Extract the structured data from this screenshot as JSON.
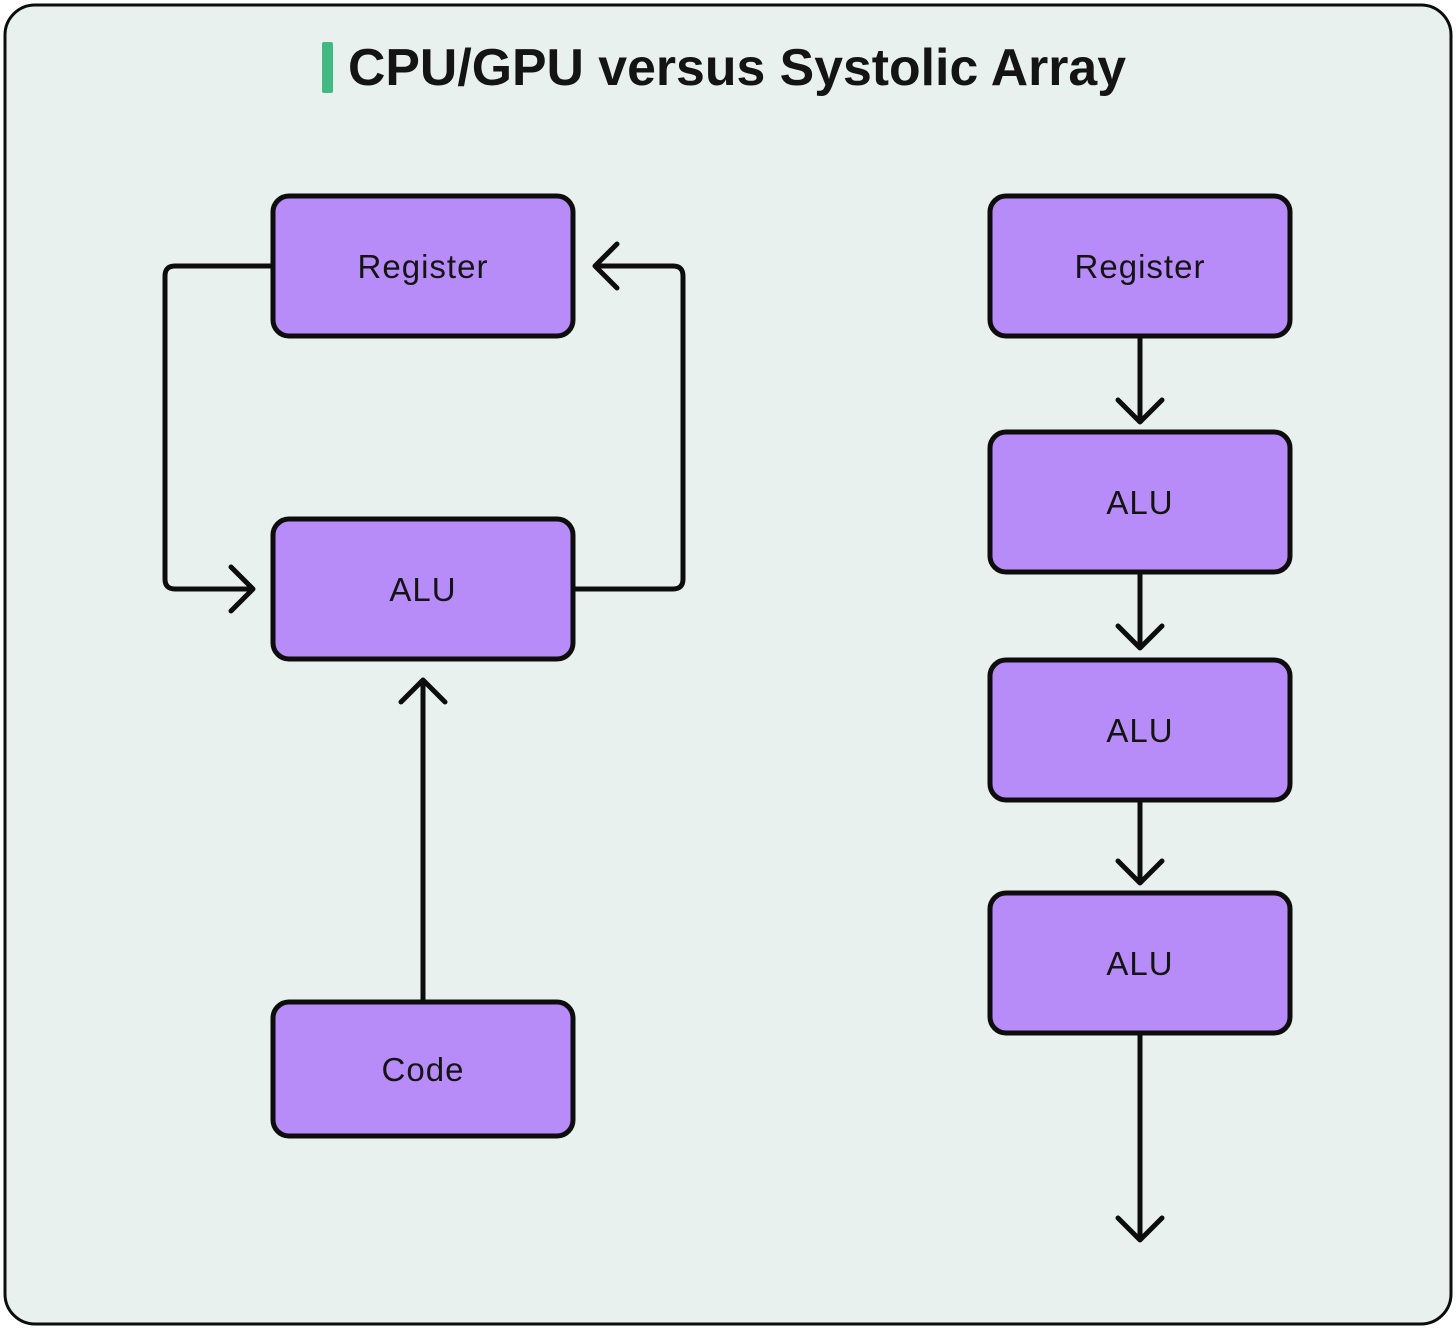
{
  "title": {
    "text": "CPU/GPU versus Systolic Array"
  },
  "colors": {
    "page_bg": "#ffffff",
    "panel_bg": "#e9f1ee",
    "panel_border": "#0d0d0d",
    "node_fill": "#b88cf8",
    "node_border": "#0d0d0d",
    "connector": "#0d0d0d",
    "text": "#141414",
    "accent": "#42b983"
  },
  "left_diagram": {
    "nodes": {
      "register": "Register",
      "alu": "ALU",
      "code": "Code"
    },
    "edges": [
      {
        "from": "register",
        "to": "alu"
      },
      {
        "from": "alu",
        "to": "register"
      },
      {
        "from": "code",
        "to": "alu"
      }
    ]
  },
  "right_diagram": {
    "nodes": {
      "register": "Register",
      "alu_1": "ALU",
      "alu_2": "ALU",
      "alu_3": "ALU"
    },
    "edges": [
      {
        "from": "register",
        "to": "alu_1"
      },
      {
        "from": "alu_1",
        "to": "alu_2"
      },
      {
        "from": "alu_2",
        "to": "alu_3"
      },
      {
        "from": "alu_3",
        "to": "output"
      }
    ]
  }
}
